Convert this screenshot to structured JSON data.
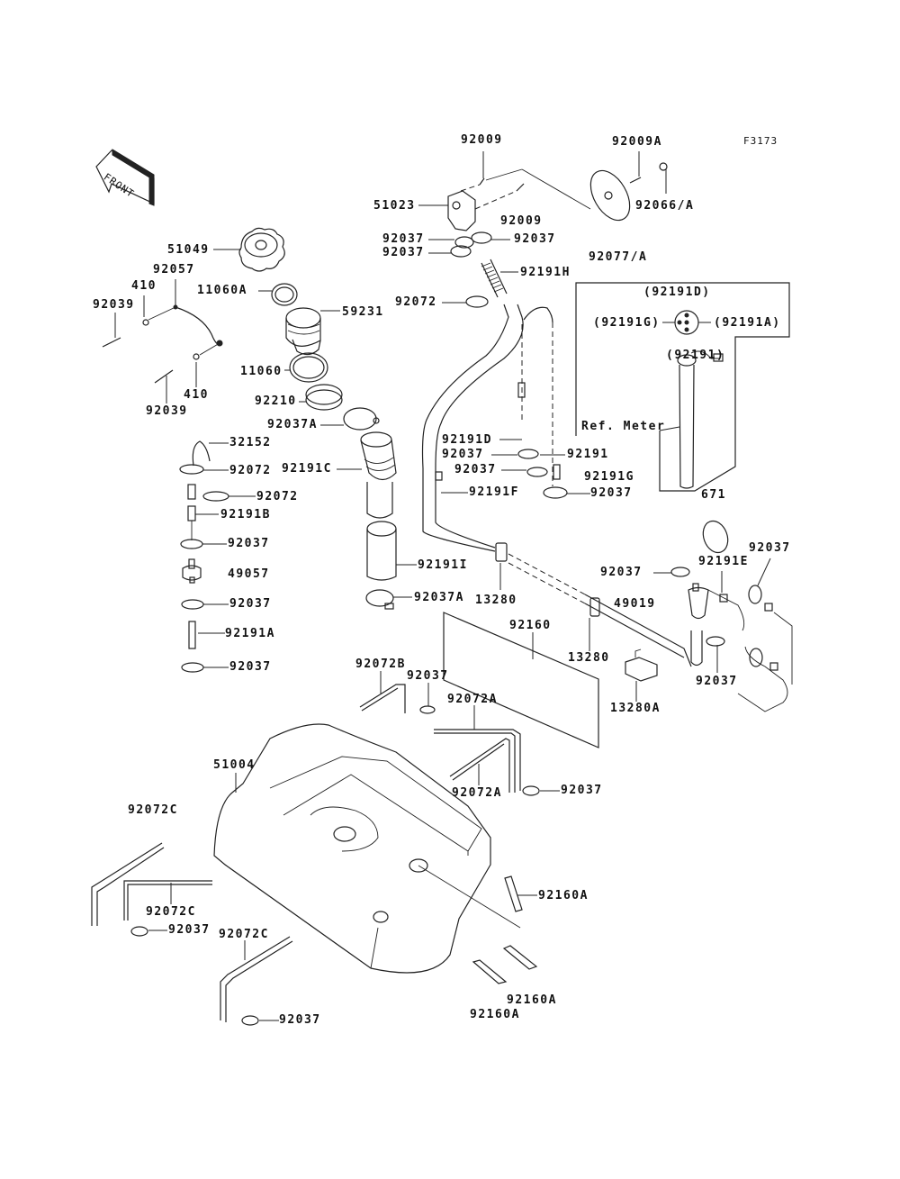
{
  "diagram": {
    "figure_id": "F3173",
    "front_label": "FRONT",
    "labels": {
      "l92009_top": "92009",
      "l92009A": "92009A",
      "l51023": "51023",
      "l92066A": "92066/A",
      "l92009_mid": "92009",
      "l92037_a": "92037",
      "l92037_b": "92037",
      "l92037_c": "92037",
      "l92077A": "92077/A",
      "l92191H": "92191H",
      "l51049": "51049",
      "l92057": "92057",
      "l410_a": "410",
      "l92039_a": "92039",
      "l11060A": "11060A",
      "l59231": "59231",
      "l92072_a": "92072",
      "l11060": "11060",
      "l92210": "92210",
      "l410_b": "410",
      "l92039_b": "92039",
      "l92037A_a": "92037A",
      "l32152": "32152",
      "l92072_b": "92072",
      "l92191C": "92191C",
      "l92072_c": "92072",
      "l92191B": "92191B",
      "l92037_d": "92037",
      "l49057": "49057",
      "l92037_e": "92037",
      "l92191A": "92191A",
      "l92037_f": "92037",
      "l92191I": "92191I",
      "l92037A_b": "92037A",
      "l92191D_p": "(92191D)",
      "l92191G_p": "(92191G)",
      "l92191A_p": "(92191A)",
      "l92191_p": "(92191)",
      "lRefMeter": "Ref. Meter",
      "l671": "671",
      "l92191D": "92191D",
      "l92037_g": "92037",
      "l92191": "92191",
      "l92037_h": "92037",
      "l92191G": "92191G",
      "l92191F": "92191F",
      "l92037_i": "92037",
      "l13280_a": "13280",
      "l92037_j": "92037",
      "l92191E": "92191E",
      "l92037_k": "92037",
      "l49019": "49019",
      "l92160": "92160",
      "l13280_b": "13280",
      "l92037_l": "92037",
      "l13280A": "13280A",
      "l92072B": "92072B",
      "l92037_m": "92037",
      "l92072A_a": "92072A",
      "l92072A_b": "92072A",
      "l92037_n": "92037",
      "l51004": "51004",
      "l92072C_a": "92072C",
      "l92072C_b": "92072C",
      "l92037_o": "92037",
      "l92072C_c": "92072C",
      "l92037_p": "92037",
      "l92160A_a": "92160A",
      "l92160A_b": "92160A",
      "l92160A_c": "92160A"
    }
  }
}
